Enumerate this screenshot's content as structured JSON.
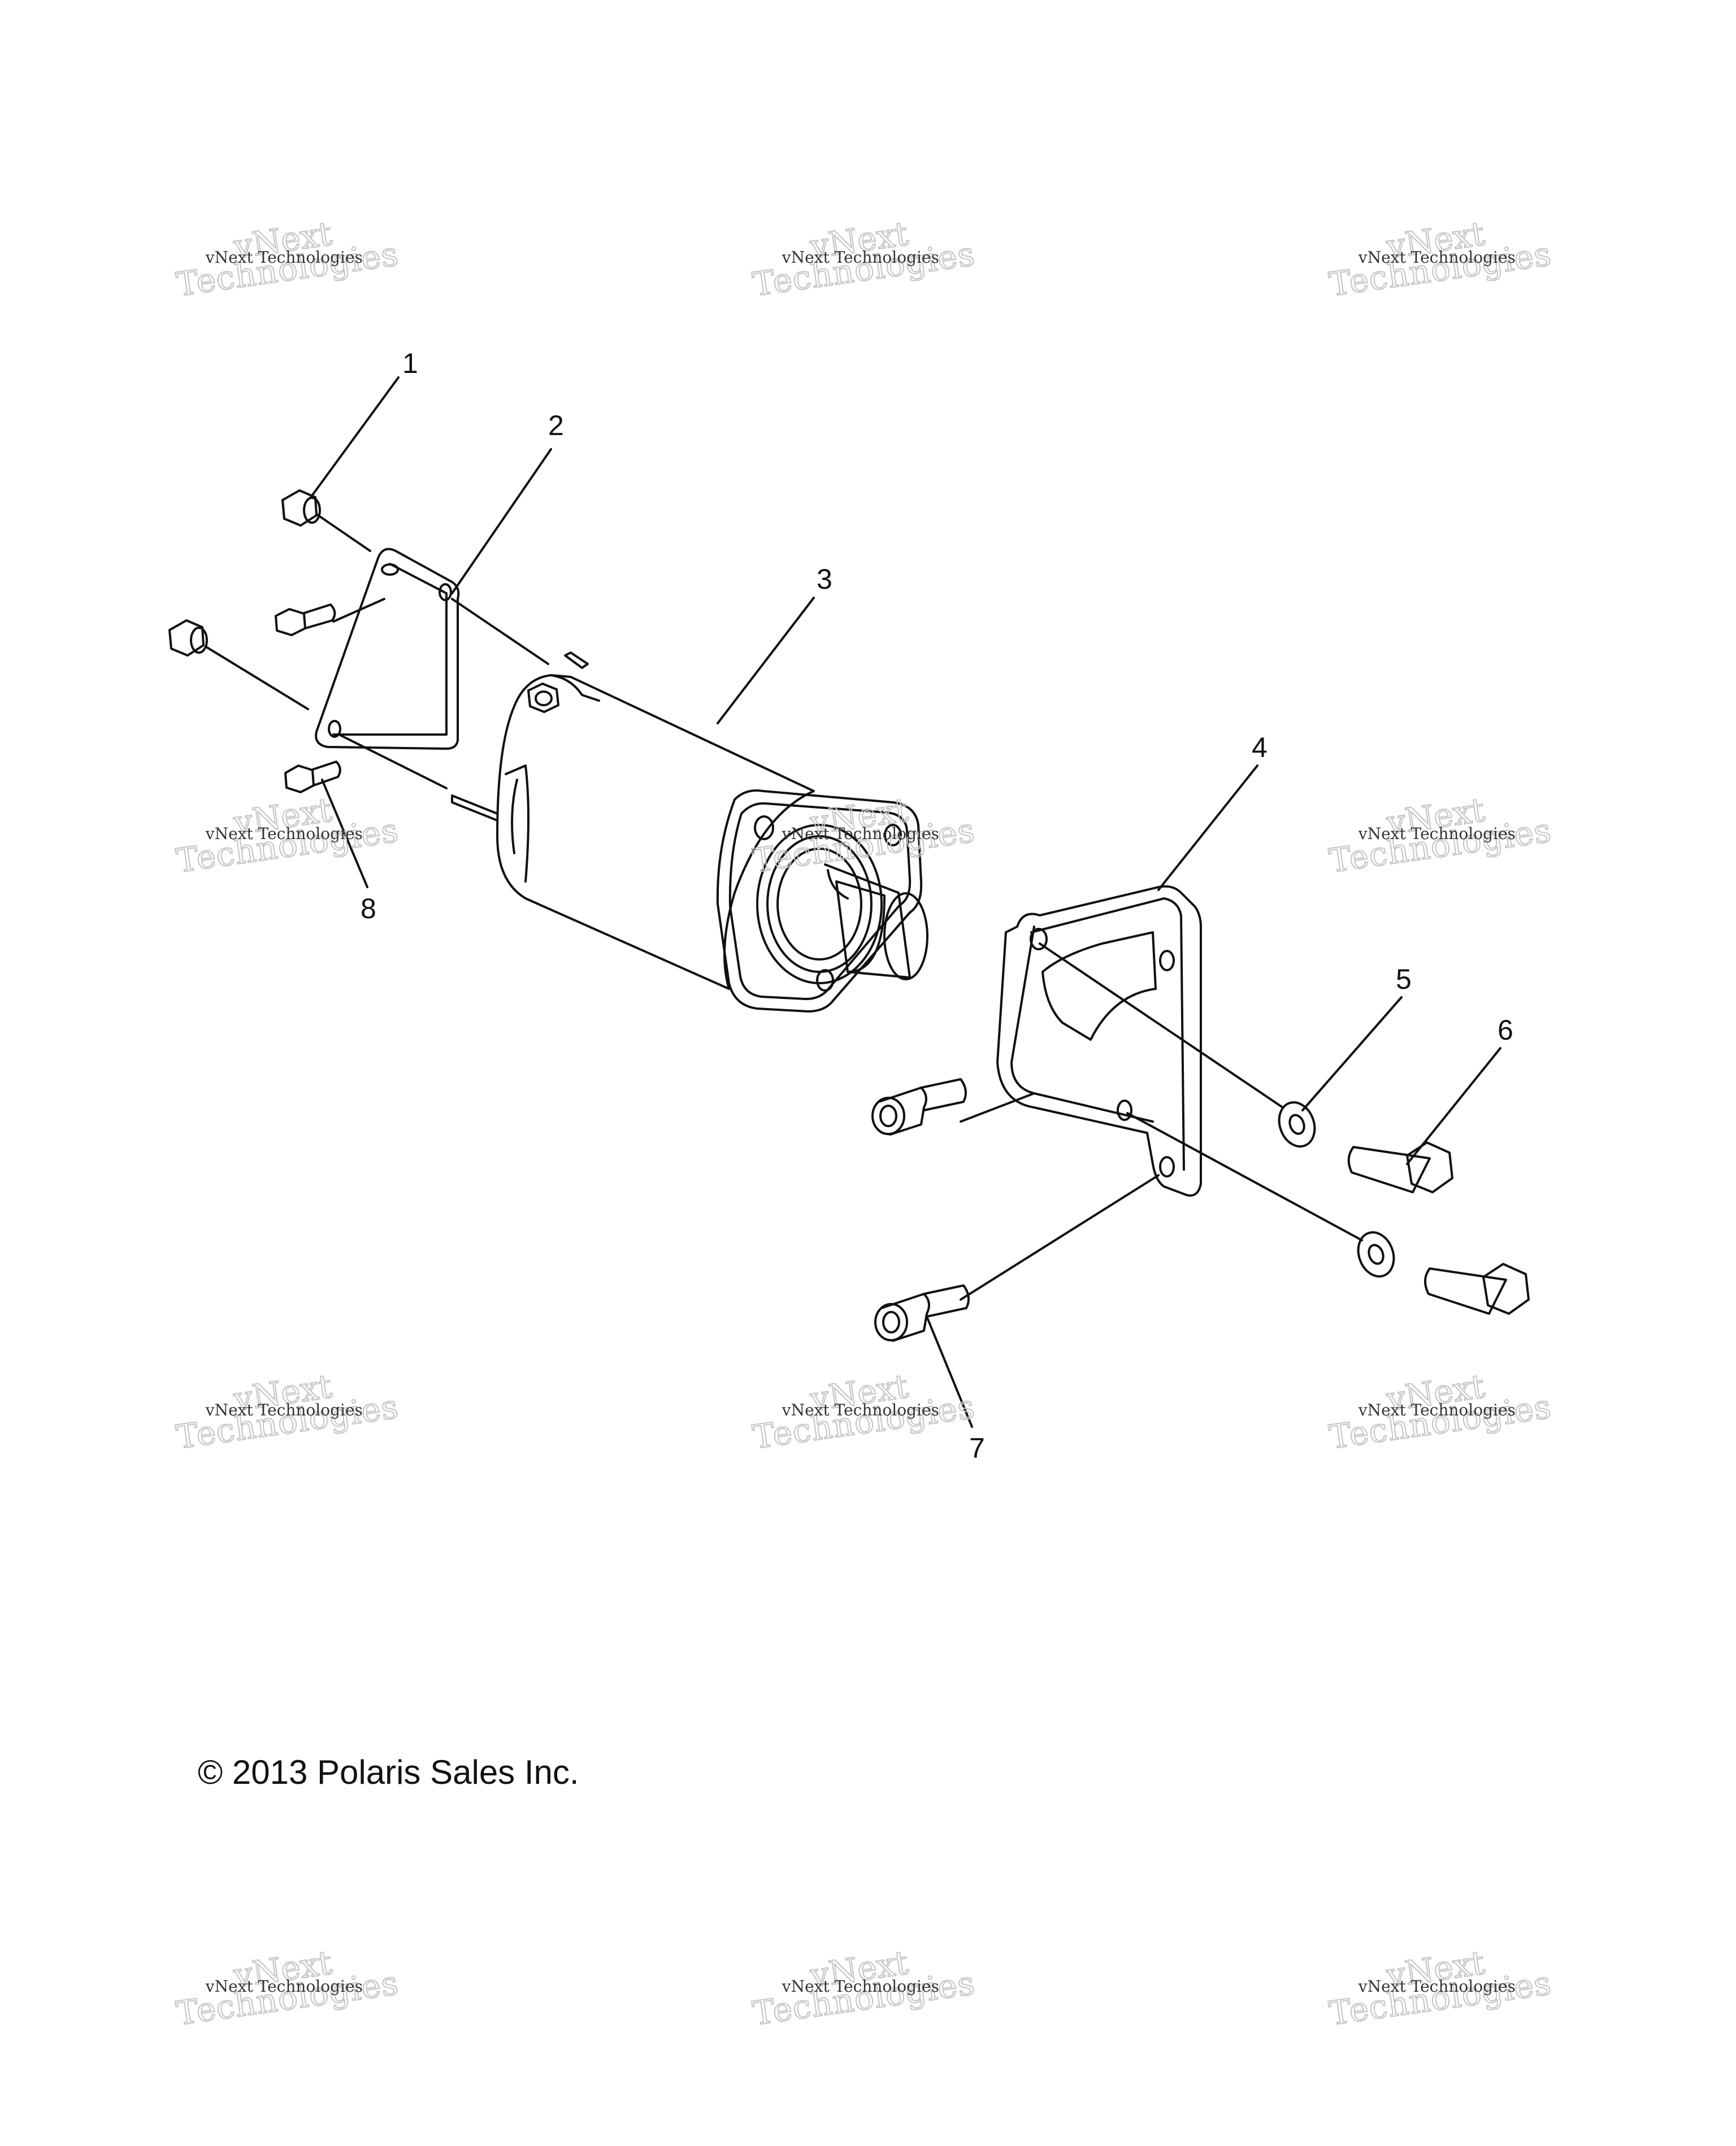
{
  "diagram": {
    "callouts": [
      "1",
      "2",
      "3",
      "4",
      "5",
      "6",
      "7",
      "8"
    ],
    "copyright": "© 2013 Polaris Sales Inc."
  },
  "watermark": {
    "line1": "vNext Technologies",
    "line2": "vNext",
    "line3": "Technologies",
    "count": 12
  }
}
